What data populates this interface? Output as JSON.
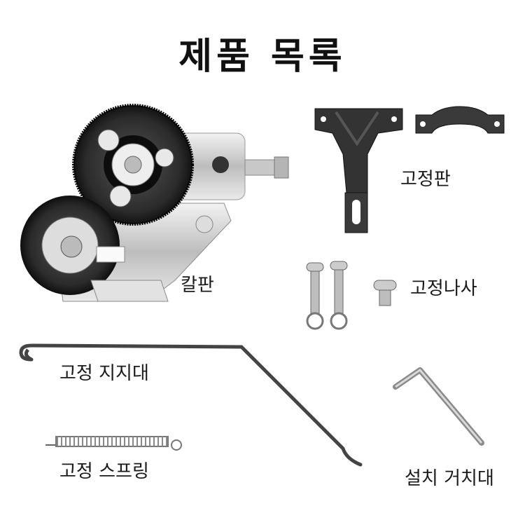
{
  "title": "제품 목록",
  "parts": {
    "cutter": "칼판",
    "plate": "고정판",
    "screws": "고정나사",
    "rod": "고정 지지대",
    "spring": "고정 스프링",
    "wrench": "설치 거치대"
  }
}
